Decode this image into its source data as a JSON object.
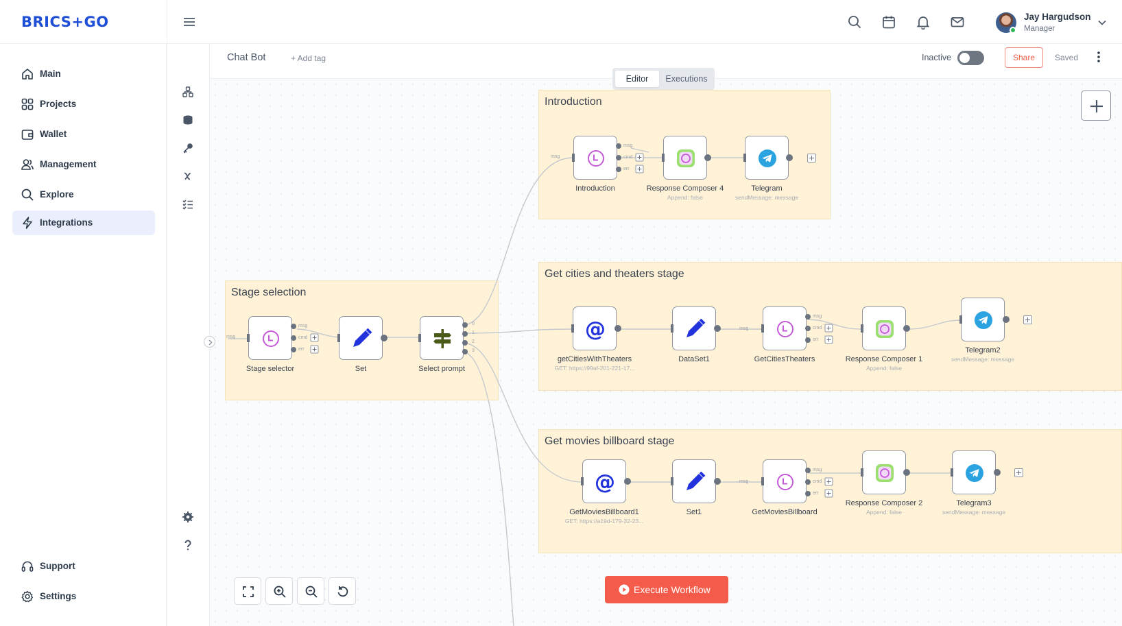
{
  "app": {
    "logo": "BRICS+GO"
  },
  "user": {
    "name": "Jay Hargudson",
    "role": "Manager"
  },
  "sidebar": {
    "items": [
      {
        "label": "Main",
        "icon": "home-icon"
      },
      {
        "label": "Projects",
        "icon": "grid-icon"
      },
      {
        "label": "Wallet",
        "icon": "wallet-icon"
      },
      {
        "label": "Management",
        "icon": "users-icon"
      },
      {
        "label": "Explore",
        "icon": "search-icon"
      },
      {
        "label": "Integrations",
        "icon": "lightning-icon",
        "active": true
      }
    ],
    "bottom": [
      {
        "label": "Support",
        "icon": "headset-icon"
      },
      {
        "label": "Settings",
        "icon": "gear-icon"
      }
    ]
  },
  "workflow": {
    "name": "Chat Bot",
    "add_tag": "+ Add tag",
    "status_label": "Inactive",
    "share_label": "Share",
    "saved_label": "Saved",
    "tabs": [
      "Editor",
      "Executions"
    ],
    "active_tab": "Editor",
    "execute_label": "Execute Workflow"
  },
  "groups": {
    "introduction": "Introduction",
    "stage_selection": "Stage selection",
    "cities": "Get cities and theaters stage",
    "movies": "Get movies billboard stage"
  },
  "nodes": {
    "intro": {
      "label": "Introduction"
    },
    "rc4": {
      "label": "Response Composer 4",
      "sub": "Append: false"
    },
    "tg": {
      "label": "Telegram",
      "sub": "sendMessage: message"
    },
    "stage_selector": {
      "label": "Stage selector"
    },
    "set": {
      "label": "Set"
    },
    "select_prompt": {
      "label": "Select prompt"
    },
    "get_cities": {
      "label": "getCitiesWithTheaters",
      "sub": "GET: https://99af-201-221-17..."
    },
    "dataset1": {
      "label": "DataSet1"
    },
    "gct": {
      "label": "GetCitiesTheaters"
    },
    "rc1": {
      "label": "Response Composer 1",
      "sub": "Append: false"
    },
    "tg2": {
      "label": "Telegram2",
      "sub": "sendMessage: message"
    },
    "gmb1": {
      "label": "GetMoviesBillboard1",
      "sub": "GET: https://a19d-179-32-23..."
    },
    "set1": {
      "label": "Set1"
    },
    "gmb": {
      "label": "GetMoviesBillboard"
    },
    "rc2": {
      "label": "Response Composer 2",
      "sub": "Append: false"
    },
    "tg3": {
      "label": "Telegram3",
      "sub": "sendMessage: message"
    }
  },
  "ports": {
    "msg": "msg",
    "cmd": "cmd",
    "err": "err",
    "out0": "0",
    "out1": "1",
    "out2": "2",
    "out3": "3"
  },
  "colors": {
    "brand": "#1e4fd6",
    "accent": "#f45b4a",
    "group_bg": "#fff2d6",
    "active_nav": "#ebeffd"
  }
}
